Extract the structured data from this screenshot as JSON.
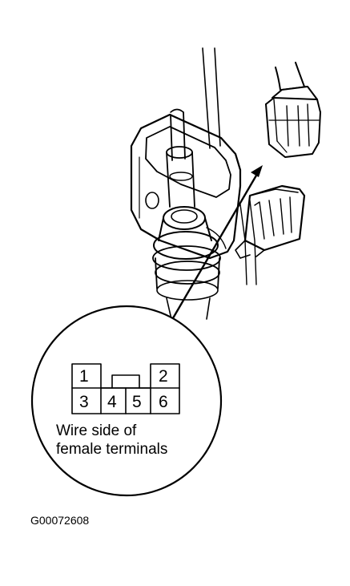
{
  "connector": {
    "pins": {
      "p1": "1",
      "p2": "2",
      "p3": "3",
      "p4": "4",
      "p5": "5",
      "p6": "6"
    }
  },
  "callout": {
    "line1": "Wire side of",
    "line2": "female terminals"
  },
  "figure_id": "G00072608",
  "colors": {
    "ink": "#000000",
    "background": "#ffffff"
  }
}
